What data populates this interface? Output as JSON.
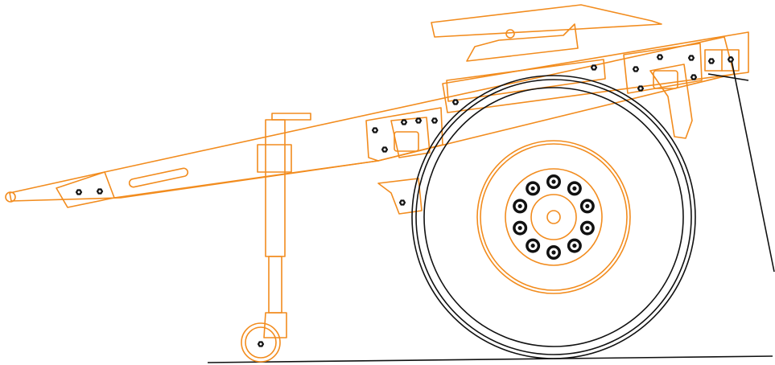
{
  "colors": {
    "background": "#ffffff",
    "frame": "#f28c1e",
    "tire": "#111111",
    "ground": "#111111",
    "bolt": "#111111"
  },
  "wheel_lug_nut_count": 10,
  "icons": {
    "tow_eye": "ring",
    "jack_caster": "wheel",
    "bolt": "hex-nut"
  }
}
